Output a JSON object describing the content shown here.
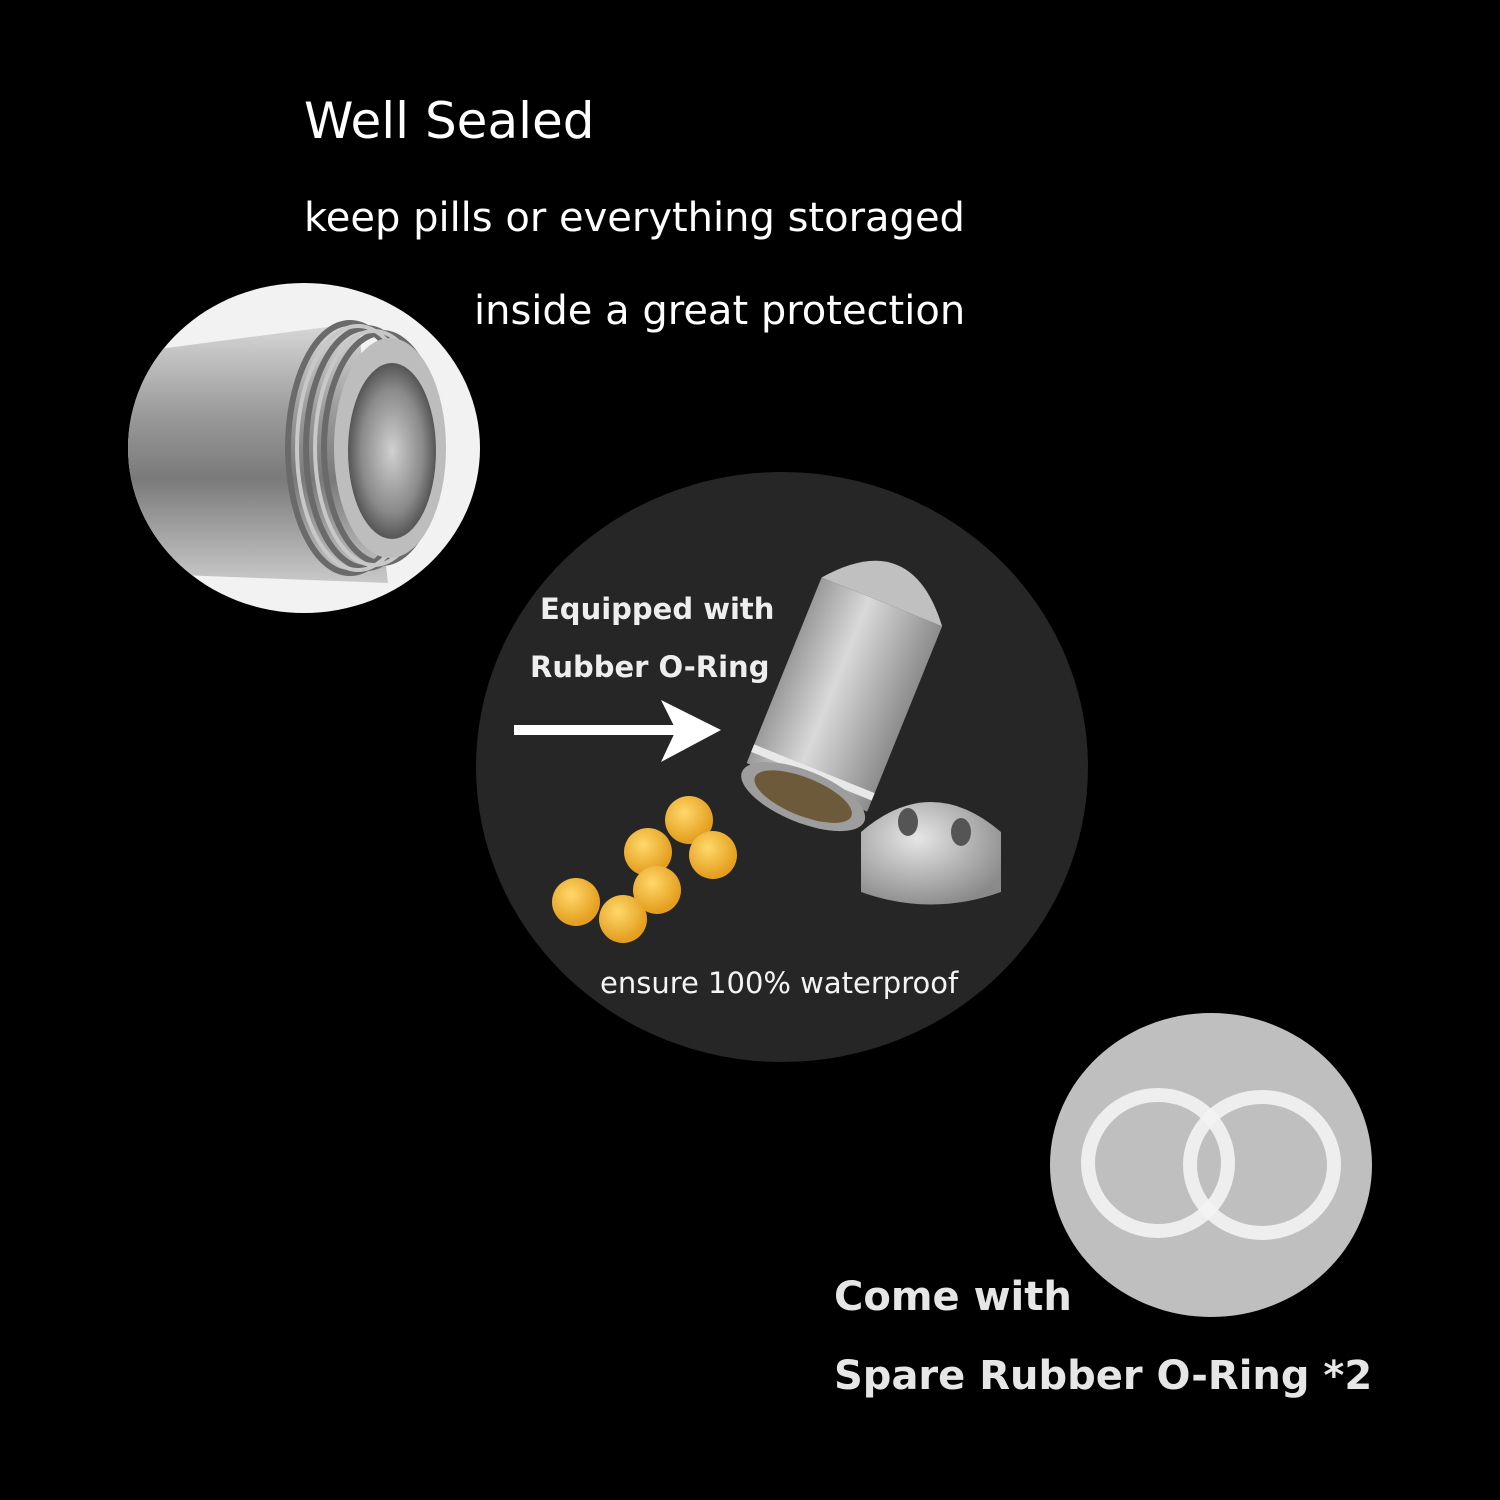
{
  "header": {
    "title": "Well Sealed",
    "line1": "keep pills or everything storaged",
    "line2": "inside a great protection"
  },
  "main_image": {
    "label_line1": "Equipped with",
    "label_line2": "Rubber O-Ring",
    "bottom_label": "ensure 100% waterproof"
  },
  "spare": {
    "label_line1": "Come with",
    "label_line2": "Spare Rubber O-Ring *2"
  },
  "icons": {
    "arrow": "arrow-right-icon"
  },
  "colors": {
    "background": "#000000",
    "text": "#ffffff",
    "steel": "#b8b8b8",
    "pill": "#f0b53a"
  }
}
